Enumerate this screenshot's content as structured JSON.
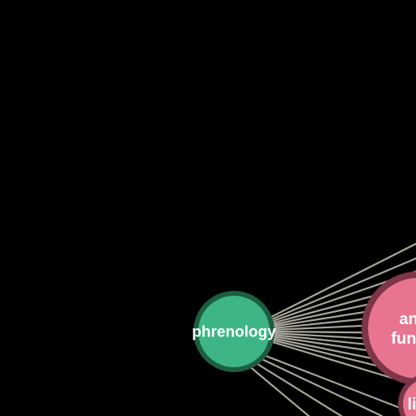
{
  "graph": {
    "background": "#000000",
    "edge_color": "#a8a69a",
    "nodes": [
      {
        "id": "phrenology",
        "label_lines": [
          "phrenology"
        ],
        "fill": "#3db584",
        "stroke": "#1d5e40"
      },
      {
        "id": "an-funn",
        "label_lines": [
          "an",
          "funn"
        ],
        "fill": "#e9748f",
        "stroke": "#7d3548"
      },
      {
        "id": "li",
        "label_lines": [
          "li"
        ],
        "fill": "#e9748f",
        "stroke": "#7d3548"
      }
    ],
    "edges": [
      {
        "source": "phrenology",
        "target": "an-funn"
      },
      {
        "source": "phrenology",
        "target": "li"
      }
    ]
  }
}
